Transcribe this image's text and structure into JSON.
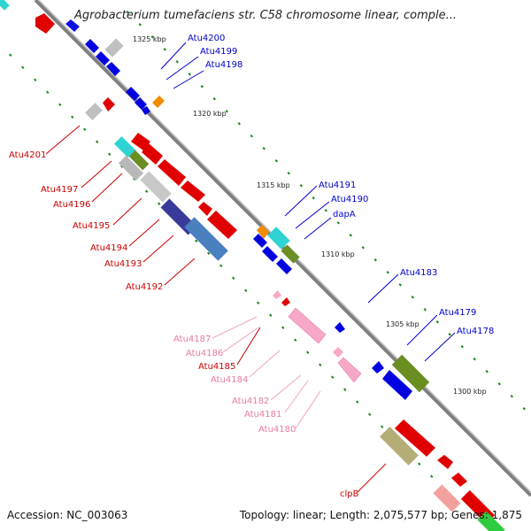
{
  "title": "Agrobacterium tumefaciens str. C58 chromosome linear, comple...",
  "footer": {
    "accession": "Accession: NC_003063",
    "summary": "Topology: linear; Length: 2,075,577 bp; Genes: 1,875"
  },
  "colors": {
    "backbone": "#808080",
    "tick": "#1a8a1a",
    "label_red": "#cc0000",
    "label_blue": "#0000cc",
    "label_pink": "#e87aa8"
  },
  "tick_labels": [
    "1325 kbp",
    "1320 kbp",
    "1315 kbp",
    "1310 kbp",
    "1305 kbp",
    "1300 kbp"
  ],
  "gene_labels": {
    "blue": [
      "Atu4200",
      "Atu4199",
      "Atu4198",
      "Atu4191",
      "Atu4190",
      "dapA",
      "Atu4183",
      "Atu4179",
      "Atu4178"
    ],
    "red": [
      "Atu4201",
      "Atu4197",
      "Atu4196",
      "Atu4195",
      "Atu4194",
      "Atu4193",
      "Atu4192",
      "Atu4185",
      "clpB"
    ],
    "pink": [
      "Atu4187",
      "Atu4186",
      "Atu4184",
      "Atu4182",
      "Atu4181",
      "Atu4180"
    ]
  }
}
